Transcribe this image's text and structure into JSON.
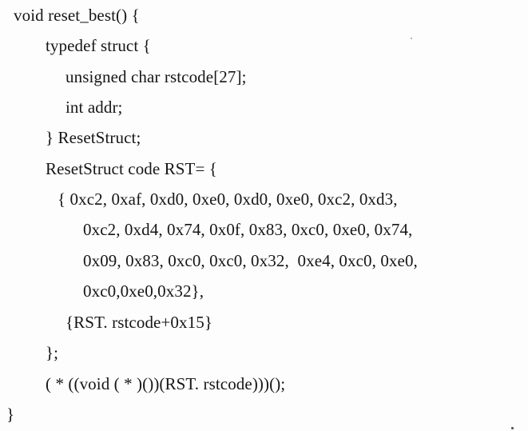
{
  "code_lines": [
    "void reset_best() {",
    "typedef struct {",
    "unsigned char rstcode[27];",
    "int addr;",
    "} ResetStruct;",
    "ResetStruct code RST= {",
    "{ 0xc2, 0xaf, 0xd0, 0xe0, 0xd0, 0xe0, 0xc2, 0xd3,",
    "0xc2, 0xd4, 0x74, 0x0f, 0x83, 0xc0, 0xe0, 0x74,",
    "0x09, 0x83, 0xc0, 0xc0, 0x32,  0xe4, 0xc0, 0xe0,",
    "0xc0,0xe0,0x32},",
    "{RST. rstcode+0x15}",
    "};",
    "( * ((void ( * )())(RST. rstcode)))();",
    "}"
  ]
}
